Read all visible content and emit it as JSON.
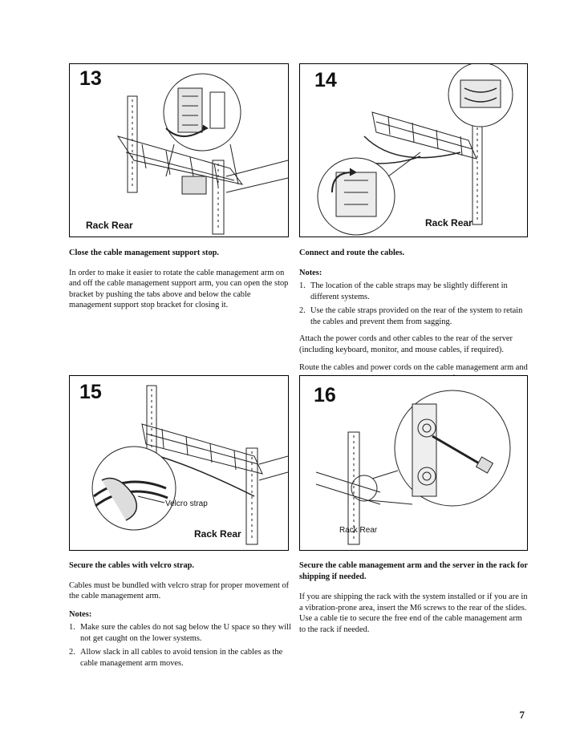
{
  "page_number": "7",
  "figures": [
    {
      "number": "13",
      "caption": "Rack Rear"
    },
    {
      "number": "14",
      "caption": "Rack Rear"
    },
    {
      "number": "15",
      "caption": "Rack Rear",
      "callout": "Velcro strap"
    },
    {
      "number": "16",
      "caption": "Rack Rear"
    }
  ],
  "steps": [
    {
      "title": "Close the cable management support stop.",
      "paragraphs": [
        "In order to make it easier to rotate the cable management arm on and off the cable management support arm, you can open the stop bracket by pushing the tabs above and below the cable management support stop bracket for closing it."
      ]
    },
    {
      "title": "Connect and route the cables.",
      "notes_label": "Notes:",
      "notes": [
        "The location of the cable straps may be slightly different in different systems.",
        "Use the cable straps provided on the rear of the system to retain the cables and prevent them from sagging."
      ],
      "paragraphs": [
        "Attach the power cords and other cables to the rear of the server (including keyboard, monitor, and mouse cables, if required).",
        "Route the cables and power cords on the cable management arm and secure them with cable ties or hook-and-loop fasteners."
      ]
    },
    {
      "title": "Secure the cables with velcro strap.",
      "paragraphs": [
        "Cables must be bundled with velcro strap for proper movement of the cable management arm."
      ],
      "notes_label": "Notes:",
      "notes": [
        "Make sure the cables do not sag below the U space so they will not get caught on the lower systems.",
        "Allow slack in all cables to avoid tension in the cables as the cable management arm moves."
      ]
    },
    {
      "title": "Secure the cable management arm and the server in the rack for shipping if needed.",
      "paragraphs": [
        "If you are shipping the rack with the system installed or if you are in a vibration-prone area, insert the M6 screws to the rear of the slides. Use a cable tie to secure the free end of the cable management arm to the rack if needed."
      ]
    }
  ]
}
